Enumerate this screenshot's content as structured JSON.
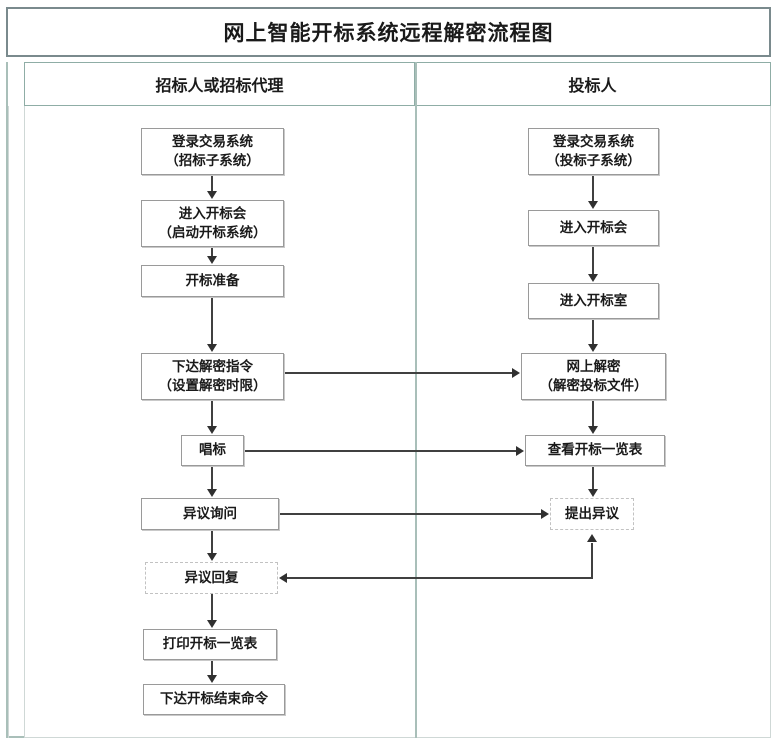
{
  "title": "网上智能开标系统远程解密流程图",
  "lanes": [
    {
      "id": "tenderer",
      "label": "招标人或招标代理"
    },
    {
      "id": "bidder",
      "label": "投标人"
    }
  ],
  "colors": {
    "title_border": "#7a8a8d",
    "lane_border": "#a9bfb9",
    "node_border": "#9a9a9a",
    "node_dashed_border": "#c2c2c2",
    "connector": "#404040",
    "text": "#1a1a1a",
    "background": "#ffffff"
  },
  "nodes": {
    "l1": {
      "line1": "登录交易系统",
      "line2": "（招标子系统）"
    },
    "l2": {
      "line1": "进入开标会",
      "line2": "（启动开标系统）"
    },
    "l3": {
      "line1": "开标准备",
      "line2": ""
    },
    "l4": {
      "line1": "下达解密指令",
      "line2": "（设置解密时限）"
    },
    "l5": {
      "line1": "唱标",
      "line2": ""
    },
    "l6": {
      "line1": "异议询问",
      "line2": ""
    },
    "l7": {
      "line1": "异议回复",
      "line2": ""
    },
    "l8": {
      "line1": "打印开标一览表",
      "line2": ""
    },
    "l9": {
      "line1": "下达开标结束命令",
      "line2": ""
    },
    "r1": {
      "line1": "登录交易系统",
      "line2": "（投标子系统）"
    },
    "r2": {
      "line1": "进入开标会",
      "line2": ""
    },
    "r3": {
      "line1": "进入开标室",
      "line2": ""
    },
    "r4": {
      "line1": "网上解密",
      "line2": "（解密投标文件）"
    },
    "r5": {
      "line1": "查看开标一览表",
      "line2": ""
    },
    "r6": {
      "line1": "提出异议",
      "line2": ""
    }
  },
  "edges": [
    {
      "from": "l1",
      "to": "l2",
      "kind": "vertical"
    },
    {
      "from": "l2",
      "to": "l3",
      "kind": "vertical"
    },
    {
      "from": "l3",
      "to": "l4",
      "kind": "vertical"
    },
    {
      "from": "l4",
      "to": "l5",
      "kind": "vertical"
    },
    {
      "from": "l5",
      "to": "l6",
      "kind": "vertical"
    },
    {
      "from": "l6",
      "to": "l7",
      "kind": "vertical"
    },
    {
      "from": "l7",
      "to": "l8",
      "kind": "vertical"
    },
    {
      "from": "l8",
      "to": "l9",
      "kind": "vertical"
    },
    {
      "from": "r1",
      "to": "r2",
      "kind": "vertical"
    },
    {
      "from": "r2",
      "to": "r3",
      "kind": "vertical"
    },
    {
      "from": "r3",
      "to": "r4",
      "kind": "vertical"
    },
    {
      "from": "r4",
      "to": "r5",
      "kind": "vertical"
    },
    {
      "from": "r5",
      "to": "r6",
      "kind": "vertical"
    },
    {
      "from": "l4",
      "to": "r4",
      "kind": "cross-right"
    },
    {
      "from": "l5",
      "to": "r5",
      "kind": "cross-right"
    },
    {
      "from": "l6",
      "to": "r6",
      "kind": "cross-right"
    },
    {
      "from": "r6",
      "to": "l7",
      "kind": "feedback-left"
    }
  ]
}
